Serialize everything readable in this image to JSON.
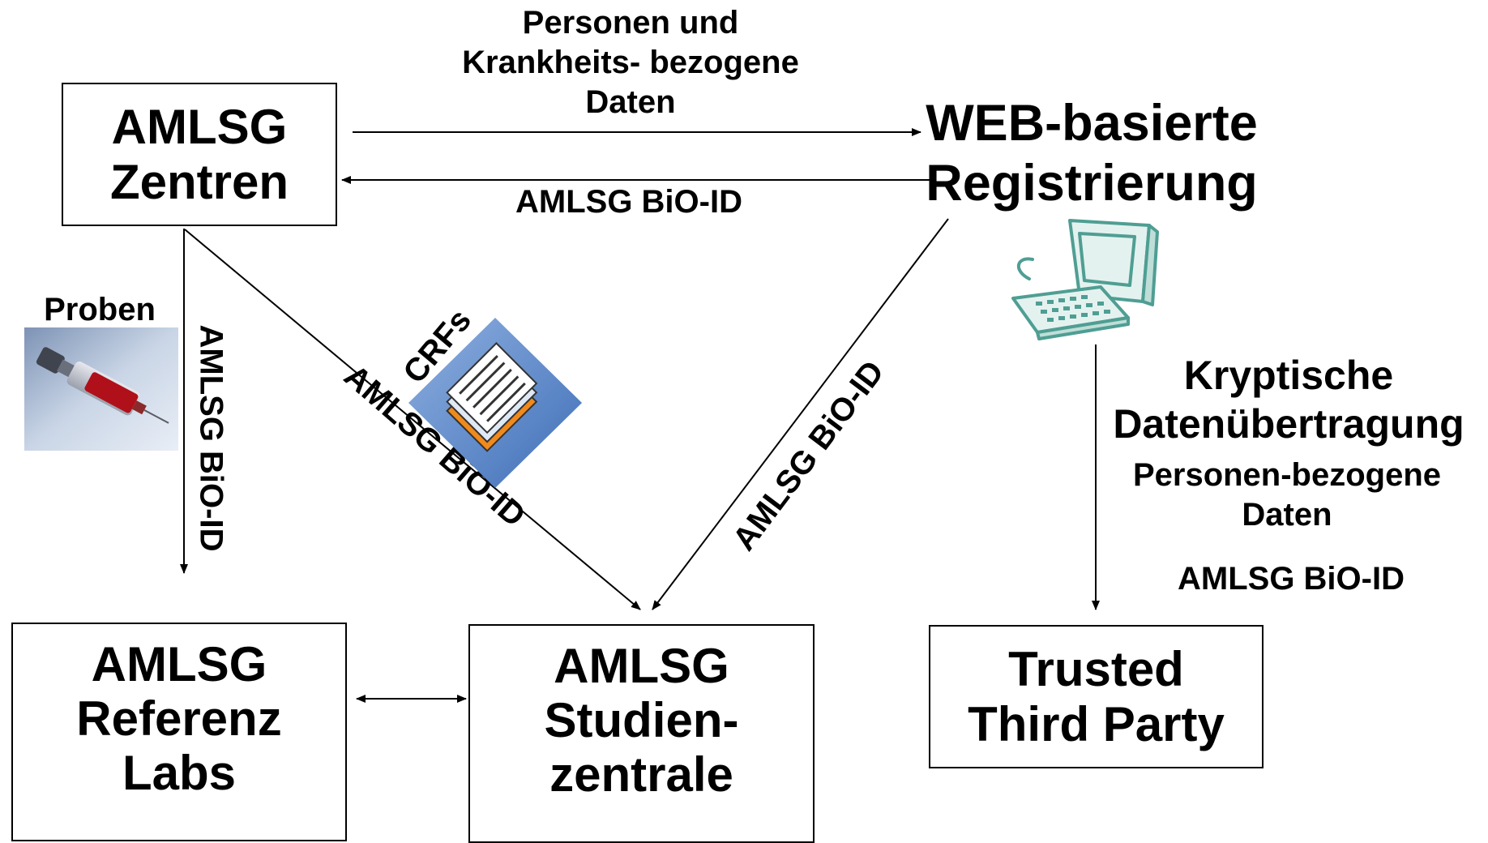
{
  "boxes": {
    "zentren": "AMLSG\nZentren",
    "referenz": "AMLSG\nReferenz\nLabs",
    "studien": "AMLSG\nStudien-\nzentrale",
    "trusted": "Trusted\nThird Party"
  },
  "labels": {
    "personen_daten": "Personen und\nKrankheits- bezogene\nDaten",
    "bio_id_top": "AMLSG BiO-ID",
    "web": "WEB-basierte\nRegistrierung",
    "proben": "Proben",
    "bio_id_vertical": "AMLSG BiO-ID",
    "crfs": "CRFs",
    "bio_id_diag_left": "AMLSG BiO-ID",
    "bio_id_diag_right": "AMLSG BiO-ID",
    "kryptische": "Kryptische\nDatenübertragung",
    "personen_bezogene": "Personen-bezogene\nDaten",
    "bio_id_right": "AMLSG BiO-ID"
  },
  "icons": {
    "syringe": "syringe-icon",
    "documents": "documents-icon",
    "computer": "computer-icon"
  },
  "colors": {
    "syringe_blood": "#b0101a",
    "crf_background": "#5a86c9",
    "crf_accent": "#f08a1c",
    "computer_teal": "#4f9e93"
  }
}
